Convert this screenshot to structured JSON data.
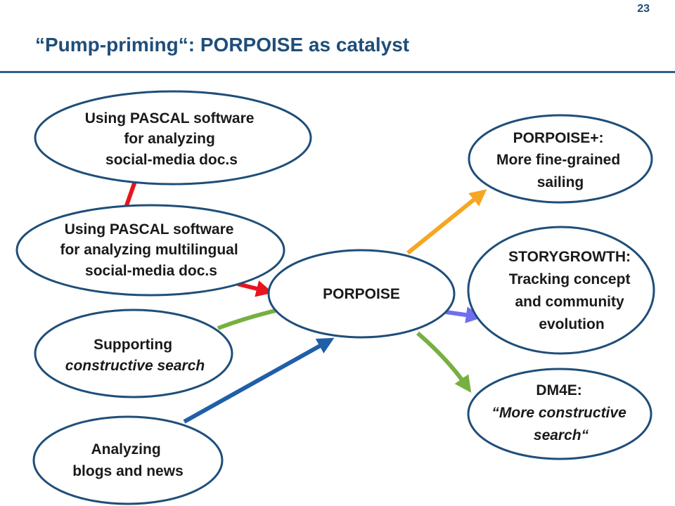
{
  "slide": {
    "page_number": "23",
    "title": "“Pump-priming“: PORPOISE as catalyst"
  },
  "colors": {
    "title": "#1f4e79",
    "node_border": "#1f4e79",
    "arrow_red": "#e8141e",
    "arrow_green": "#76b041",
    "arrow_blue": "#1f5fa8",
    "arrow_orange": "#f5a623",
    "arrow_purple": "#6f6ef0"
  },
  "nodes": {
    "social": {
      "lines": [
        "Using PASCAL software",
        "for analyzing",
        "social-media doc.s"
      ]
    },
    "multilingual": {
      "lines": [
        "Using PASCAL software",
        "for analyzing multilingual",
        "social-media doc.s"
      ]
    },
    "constructive": {
      "lines": [
        "Supporting",
        "constructive search"
      ]
    },
    "blogs": {
      "lines": [
        "Analyzing",
        "blogs and news"
      ]
    },
    "porpoise": {
      "lines": [
        "PORPOISE"
      ]
    },
    "porpoise_plus": {
      "lines": [
        "PORPOISE+:",
        "More fine-grained",
        "sailing"
      ]
    },
    "storygrowth": {
      "lines": [
        "STORYGROWTH:",
        "Tracking concept",
        "and community",
        "evolution"
      ]
    },
    "dm4e": {
      "lines": [
        "DM4E:",
        "“More constructive",
        "search“"
      ]
    }
  }
}
